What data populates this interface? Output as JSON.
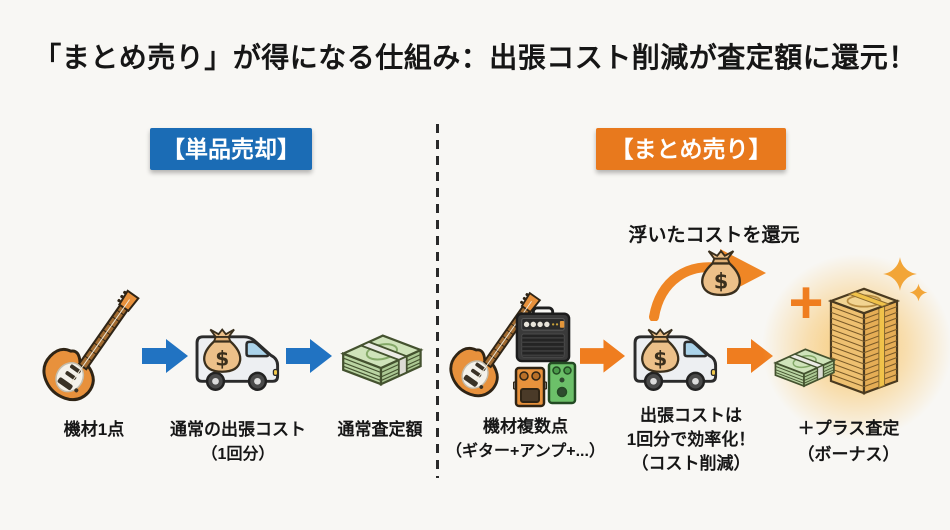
{
  "title": "「まとめ売り」が得になる仕組み：出張コスト削減が査定額に還元！",
  "currency_symbol": "$",
  "colors": {
    "background": "#f8f7f4",
    "title_text": "#161616",
    "single_sale_badge_blue": "#1b6cb5",
    "bulk_sale_badge_orange": "#e8791d",
    "blue_arrow": "#2173c2",
    "orange_arrow": "#ef7d1f",
    "cash_green": "#cfe3ba",
    "cash_gold": "#eec070",
    "glow_orange": "#f7c56a"
  },
  "left_section": {
    "badge_label": "【単品売却】",
    "step1": {
      "icon": "electric-guitar-icon",
      "label": "機材1点"
    },
    "step2": {
      "icon": "delivery-van-money-bag-icon",
      "label_line1": "通常の出張コスト",
      "label_line2": "（1回分）"
    },
    "step3": {
      "icon": "cash-stack-icon",
      "label": "通常査定額"
    }
  },
  "right_section": {
    "badge_label": "【まとめ売り】",
    "cost_return_caption": "浮いたコストを還元",
    "plus_sign": "+",
    "step1": {
      "icon": "guitar-amp-pedals-icon",
      "label_line1": "機材複数点",
      "label_line2": "（ギター+アンプ+...）"
    },
    "step2": {
      "icon": "delivery-van-money-bag-icon",
      "label_line1": "出張コストは",
      "label_line2": "1回分で効率化！",
      "label_line3": "（コスト削減）"
    },
    "step3": {
      "icon": "bonus-cash-stacks-icon",
      "label_line1": "＋プラス査定",
      "label_line2": "（ボーナス）"
    }
  }
}
